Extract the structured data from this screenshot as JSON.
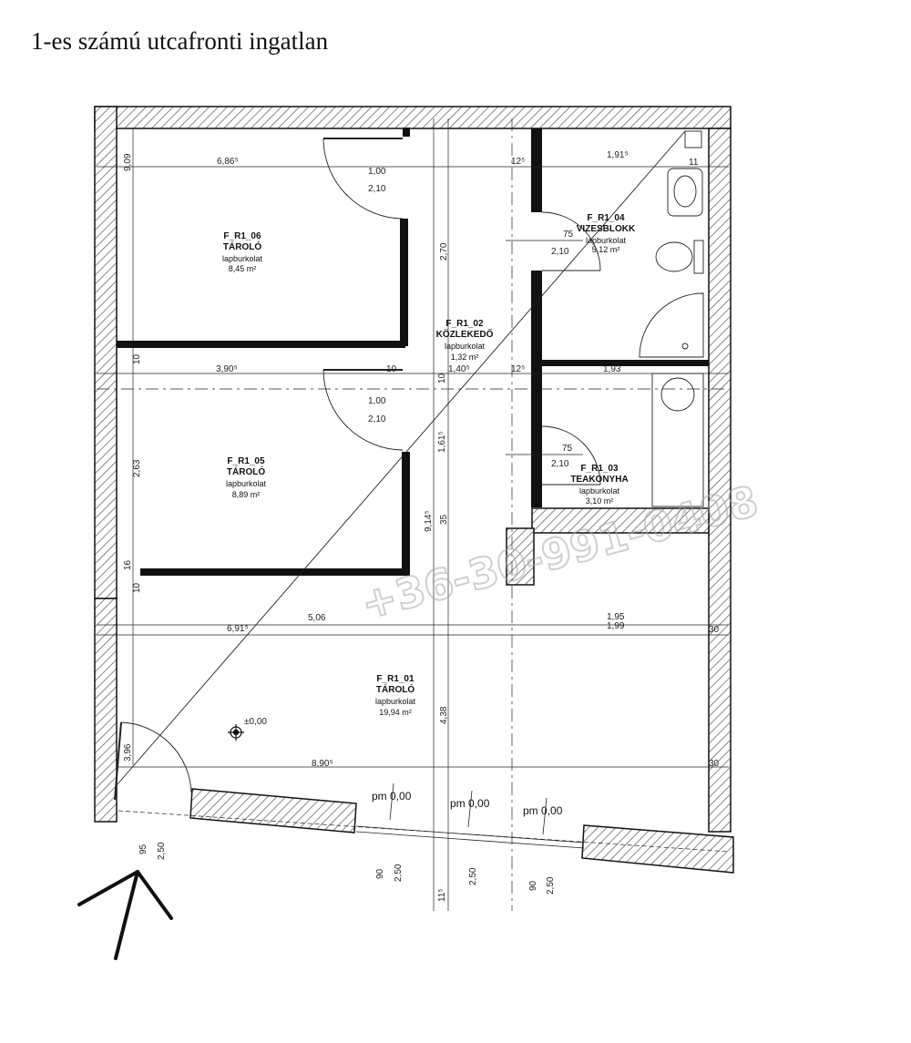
{
  "page": {
    "title": "1-es számú utcafronti ingatlan"
  },
  "watermark": "+36-30-991-0408",
  "colors": {
    "wall": "#111111",
    "hatch": "#555555",
    "watermark": "#a8a8a8"
  },
  "rooms": [
    {
      "code": "F_R1_06",
      "name": "TÁROLÓ",
      "floor": "lapburkolat",
      "area": "8,45 m²"
    },
    {
      "code": "F_R1_05",
      "name": "TÁROLÓ",
      "floor": "lapburkolat",
      "area": "8,89 m²"
    },
    {
      "code": "F_R1_01",
      "name": "TÁROLÓ",
      "floor": "lapburkolat",
      "area": "19,94 m²"
    },
    {
      "code": "F_R1_02",
      "name": "KÖZLEKEDŐ",
      "floor": "lapburkolat",
      "area": "1,32 m²"
    },
    {
      "code": "F_R1_04",
      "name": "VIZESBLOKK",
      "floor": "lapburkolat",
      "area": "5,12 m²"
    },
    {
      "code": "F_R1_03",
      "name": "TEAKONYHA",
      "floor": "lapburkolat",
      "area": "3,10 m²"
    }
  ],
  "dimensions": {
    "d_686": "6,86⁵",
    "d_191": "1,91⁵",
    "d_12a": "12⁵",
    "d_11": "11",
    "d_100a": "1,00",
    "d_210a": "2,10",
    "d_270": "2,70",
    "d_909": "9,09",
    "d_75a": "75",
    "d_210b": "2,10",
    "d_390": "3,90⁵",
    "d_10a": "10",
    "d_10b": "10",
    "d_140": "1,40⁵",
    "d_12b": "12⁵",
    "d_193": "1,93",
    "d_10c": "10",
    "d_100b": "1,00",
    "d_210c": "2,10",
    "d_161": "1,61⁵",
    "d_263": "2,63",
    "d_75b": "75",
    "d_210d": "2,10",
    "d_914": "9,14⁵",
    "d_35": "35",
    "d_16": "16",
    "d_10d": "10",
    "d_506": "5,06",
    "d_691": "6,91⁵",
    "d_195": "1,95",
    "d_199": "1,99",
    "d_30a": "30",
    "d_000": "±0,00",
    "d_438": "4,38",
    "d_890": "8,90⁵",
    "d_30b": "30",
    "d_396": "3,96",
    "d_95": "95",
    "d_250a": "2,50",
    "d_90a": "90",
    "d_250b": "2,50",
    "d_11b": "11⁵",
    "d_250c": "2,50",
    "d_90b": "90",
    "d_250d": "2,50"
  },
  "pm_labels": [
    {
      "label": "pm",
      "value": "0,00"
    },
    {
      "label": "pm",
      "value": "0,00"
    },
    {
      "label": "pm",
      "value": "0,00"
    }
  ]
}
